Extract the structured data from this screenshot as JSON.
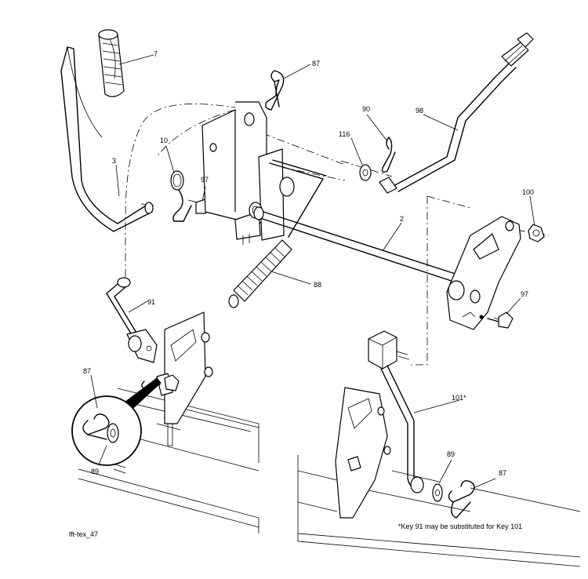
{
  "figure_code": "lft-tex_47",
  "footnote": "*Key 91 may be substituted for Key 101",
  "callouts": {
    "k7": "7",
    "k87_top": "87",
    "k10": "10",
    "k3": "3",
    "k97_left": "97",
    "k116": "116",
    "k90": "90",
    "k98": "98",
    "k100": "100",
    "k2": "2",
    "k88": "88",
    "k91": "91",
    "k97_right": "97",
    "k87_detail": "87",
    "k89_detail": "89",
    "k101": "101*",
    "k89_right": "89",
    "k87_right": "87"
  }
}
